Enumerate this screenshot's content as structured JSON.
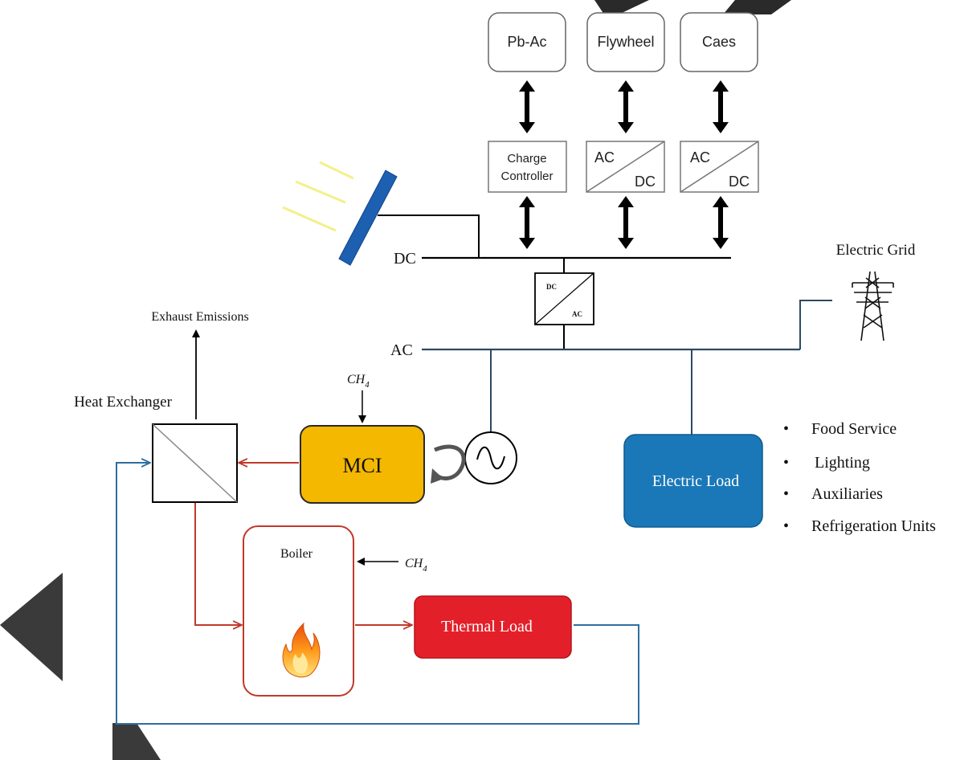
{
  "storage": {
    "pbac": "Pb-Ac",
    "flywheel": "Flywheel",
    "caes": "Caes"
  },
  "converters": {
    "charge_controller_line1": "Charge",
    "charge_controller_line2": "Controller",
    "ac": "AC",
    "dc": "DC"
  },
  "bus": {
    "dc": "DC",
    "ac": "AC",
    "inverter_top": "DC",
    "inverter_bottom": "AC"
  },
  "grid": {
    "label": "Electric Grid"
  },
  "exhaust": {
    "label": "Exhaust Emissions"
  },
  "heat_exchanger": {
    "label": "Heat Exchanger"
  },
  "fuel": {
    "label": "CH",
    "subscript": "4"
  },
  "mci": {
    "label": "MCI"
  },
  "boiler": {
    "label": "Boiler"
  },
  "thermal_load": {
    "label": "Thermal Load"
  },
  "electric_load": {
    "label": "Electric Load",
    "items": [
      "Food Service",
      "Lighting",
      "Auxiliaries",
      "Refrigeration Units"
    ],
    "bullet": "•"
  },
  "colors": {
    "mci_fill": "#f5b800",
    "electric_load_fill": "#1a78b8",
    "thermal_load_fill": "#e3202a",
    "thermal_line": "#c0392b",
    "return_line": "#2f6f9f",
    "panel_fill": "#1d5fb0"
  }
}
